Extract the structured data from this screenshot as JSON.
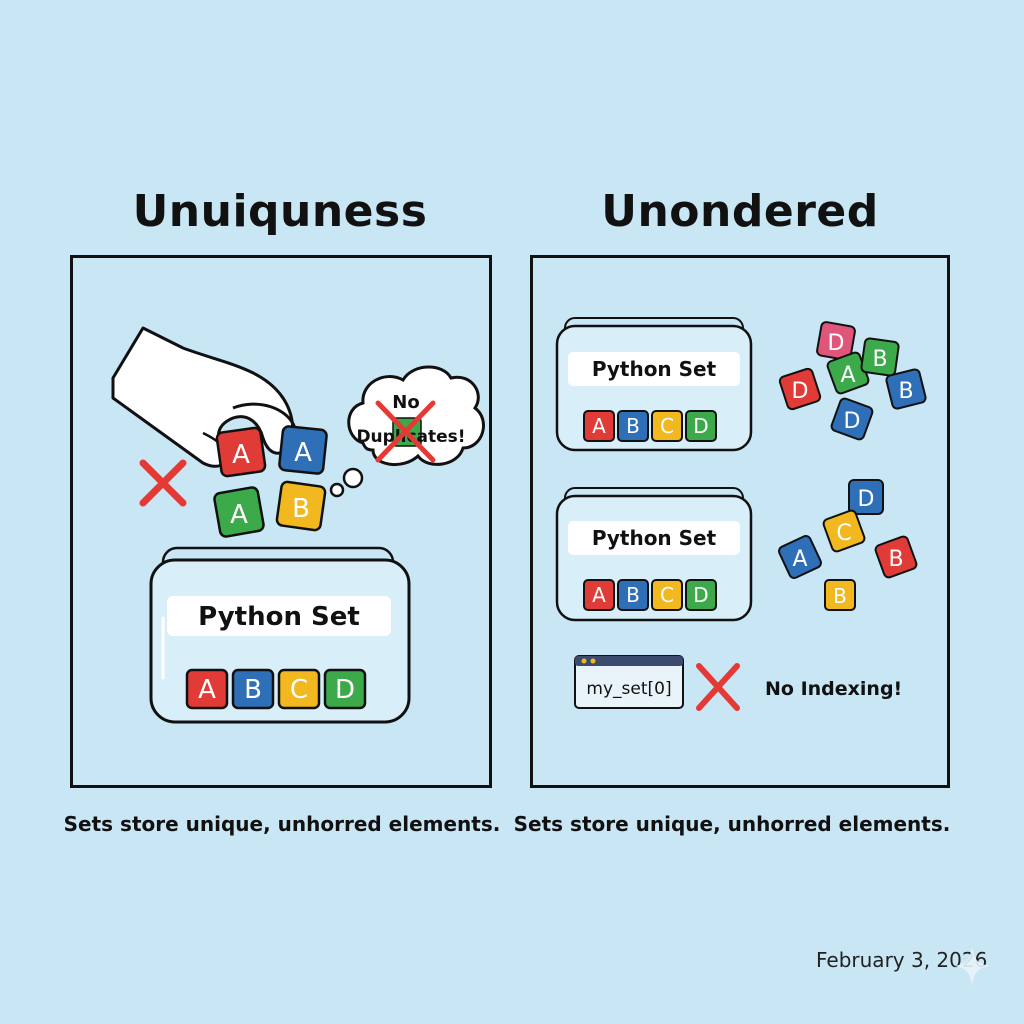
{
  "left": {
    "title": "Unuiquness",
    "caption": "Sets store unique, unhorred elements.",
    "set_label": "Python Set",
    "set_items": [
      "A",
      "B",
      "C",
      "D"
    ],
    "falling_blocks": [
      "A",
      "A",
      "A",
      "B"
    ],
    "thought_line1": "No",
    "thought_line2": "Duplicates!"
  },
  "right": {
    "title": "Unondered",
    "caption": "Sets store unique, unhorred elements.",
    "set1_label": "Python Set",
    "set1_items": [
      "A",
      "B",
      "C",
      "D"
    ],
    "scatter1": [
      "D",
      "D",
      "A",
      "B",
      "B",
      "D"
    ],
    "set2_label": "Python Set",
    "set2_items": [
      "A",
      "B",
      "C",
      "D"
    ],
    "scatter2": [
      "D",
      "A",
      "C",
      "B",
      "B"
    ],
    "code_text": "my_set[0]",
    "no_indexing_text": "No Indexing!"
  },
  "date": "February 3, 2026",
  "colors": {
    "A": "#e03b36",
    "B": "#2f6fb8",
    "C": "#f2b820",
    "D": "#3caa4a",
    "pink": "#e0557a",
    "cross": "#e53935",
    "background": "#c9e6f5"
  }
}
